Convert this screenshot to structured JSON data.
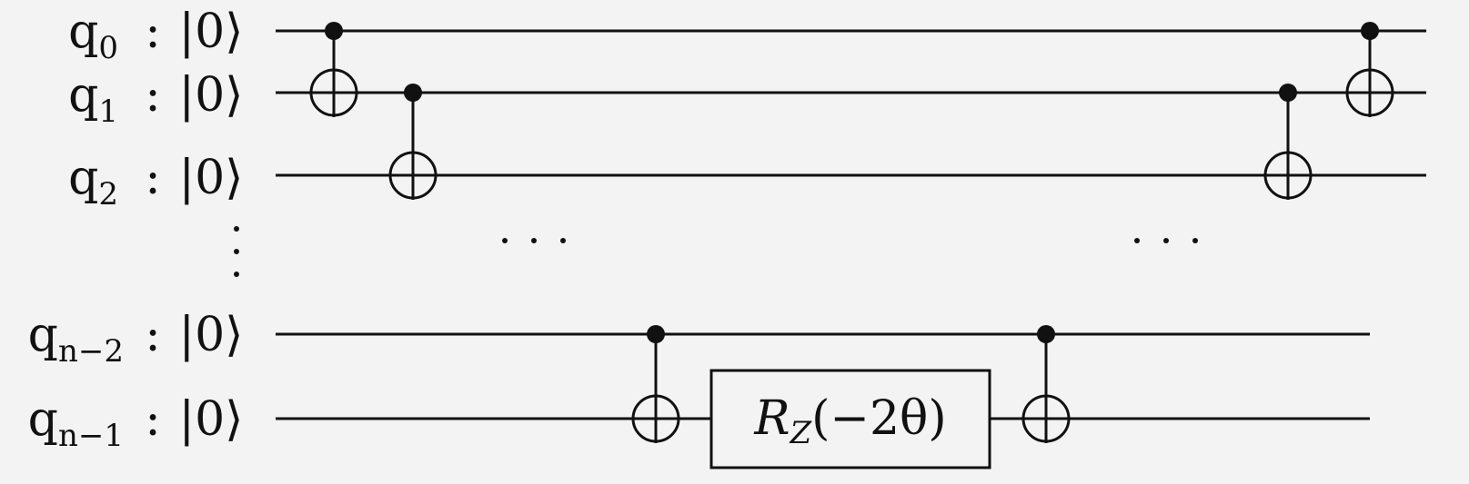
{
  "qubits": [
    {
      "name": "q",
      "sub": "0",
      "state": "|0⟩"
    },
    {
      "name": "q",
      "sub": "1",
      "state": "|0⟩"
    },
    {
      "name": "q",
      "sub": "2",
      "state": "|0⟩"
    },
    {
      "name": "q",
      "sub": "n−2",
      "state": "|0⟩"
    },
    {
      "name": "q",
      "sub": "n−1",
      "state": "|0⟩"
    }
  ],
  "separator": ":",
  "vertical_ellipsis": "⋮",
  "horizontal_ellipsis": "· · ·",
  "rz_gate": {
    "main": "R",
    "sub": "Z",
    "arg": "(−2θ)"
  },
  "gates": [
    {
      "type": "cnot",
      "control": 0,
      "target": 1
    },
    {
      "type": "cnot",
      "control": 1,
      "target": 2
    },
    {
      "type": "cnot",
      "control": 3,
      "target": 4
    },
    {
      "type": "rz",
      "qubit": 4
    },
    {
      "type": "cnot",
      "control": 3,
      "target": 4
    },
    {
      "type": "cnot",
      "control": 1,
      "target": 2
    },
    {
      "type": "cnot",
      "control": 0,
      "target": 1
    }
  ]
}
